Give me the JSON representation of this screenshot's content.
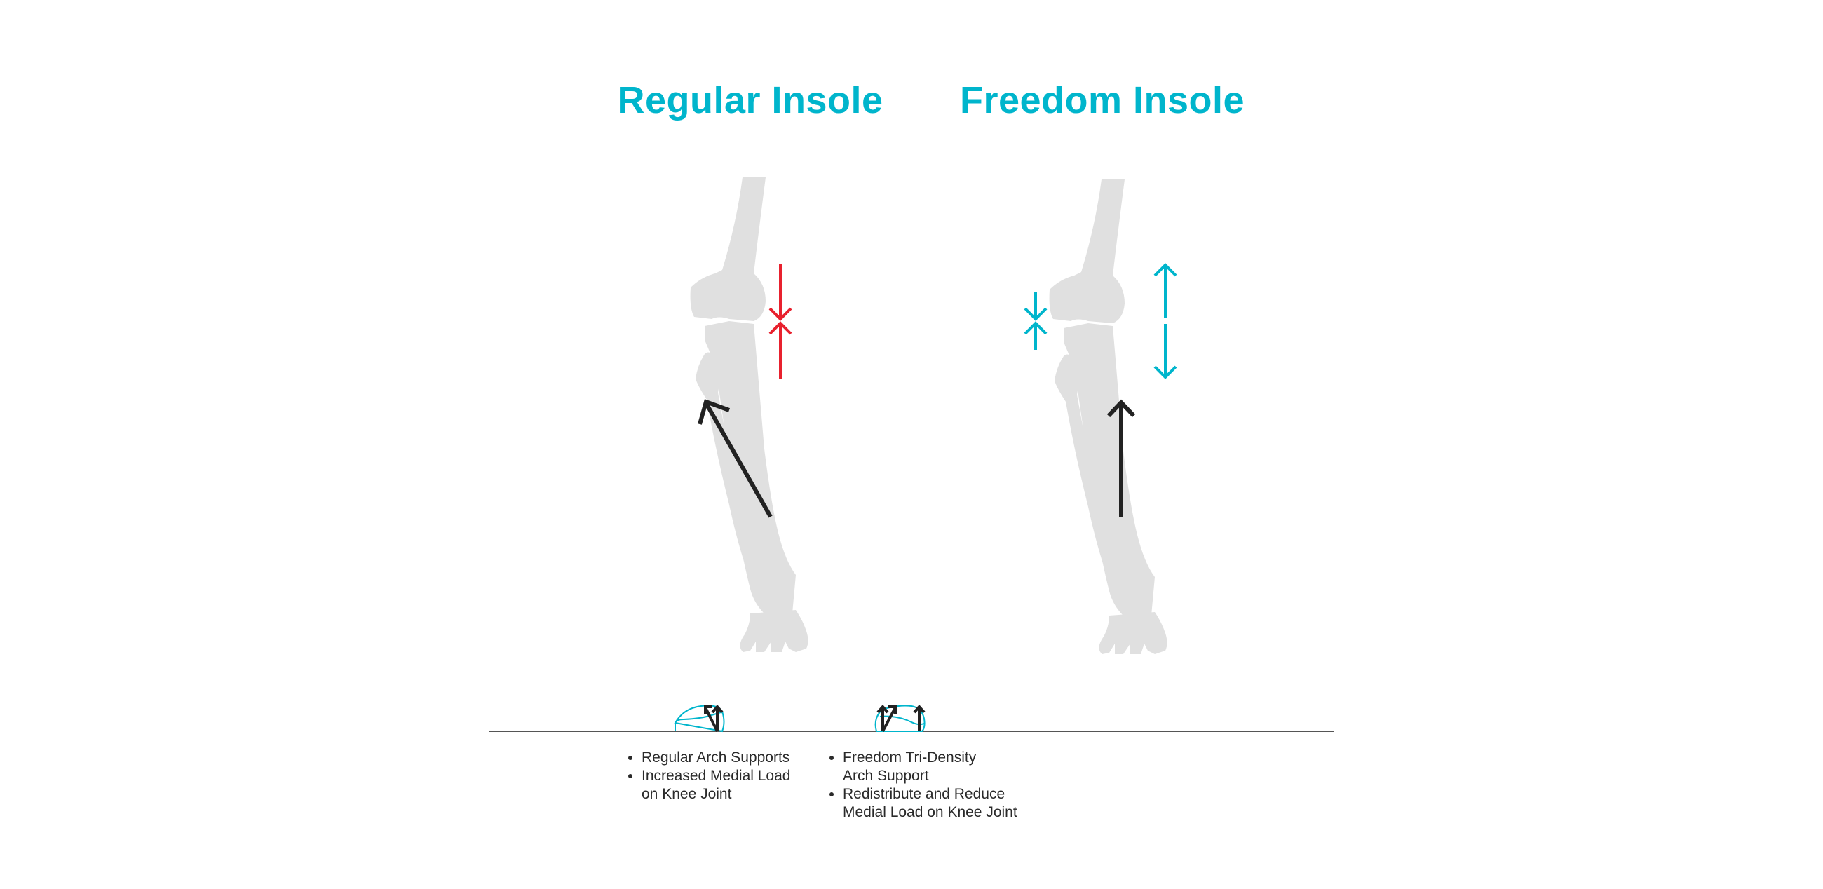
{
  "panels": [
    {
      "title": "Regular Insole",
      "bullets": [
        "Regular Arch Supports",
        "Increased Medial Load on Knee Joint"
      ]
    },
    {
      "title": "Freedom Insole",
      "bullets": [
        "Freedom Tri-Density Arch Support",
        "Redistribute and Reduce Medial Load on Knee Joint"
      ]
    }
  ],
  "colors": {
    "accent": "#00b5cc",
    "compression": "#e8212e",
    "bone": "#e0e0e0",
    "force": "#222222",
    "ground": "#555555"
  }
}
